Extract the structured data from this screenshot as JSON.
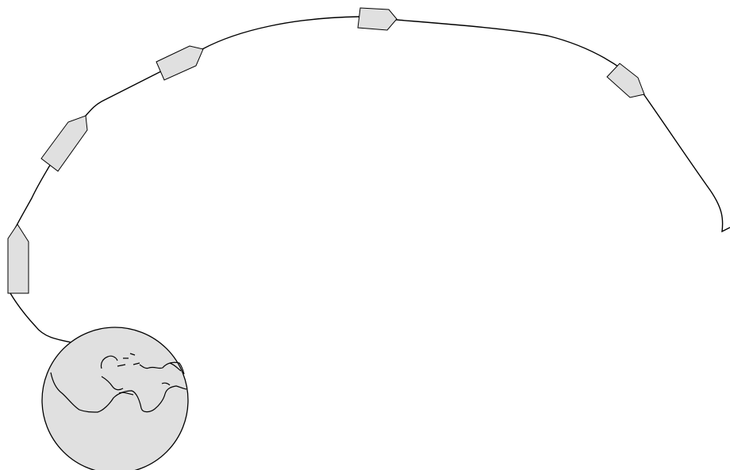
{
  "diagram": {
    "description_free": true,
    "colors": {
      "background": "#ffffff",
      "stroke": "#000000",
      "fill": "#e0e0e0"
    },
    "elements": {
      "route_line": "route-path",
      "earth": "globe",
      "markers": [
        "ship-marker-1",
        "ship-marker-2",
        "ship-marker-3",
        "ship-marker-4",
        "ship-marker-5",
        "ship-marker-6"
      ]
    }
  }
}
